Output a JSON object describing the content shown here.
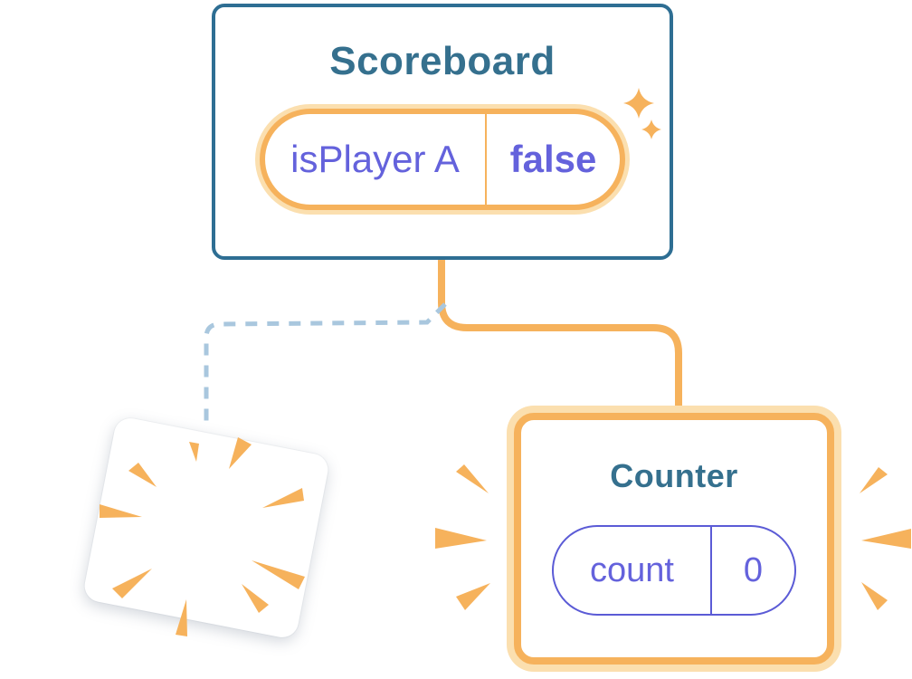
{
  "colors": {
    "card_border_blue": "#2E6E93",
    "title_blue": "#35708E",
    "accent_orange": "#F6B25C",
    "halo_orange": "#FBDFAF",
    "state_purple": "#6462DC",
    "pill_border_purple": "#5B5BD6",
    "dashed_blue": "#A9C7DE",
    "bg": "#FFFFFF"
  },
  "diagram": {
    "scoreboard": {
      "title": "Scoreboard",
      "state": {
        "key": "isPlayer A",
        "value": "false"
      }
    },
    "counter": {
      "title": "Counter",
      "state": {
        "key": "count",
        "value": "0"
      }
    },
    "icons": {
      "sparkles": "sparkle-icon",
      "poof": "poof-burst-icon",
      "emphasis_left": "burst-rays-left-icon",
      "emphasis_right": "burst-rays-right-icon"
    }
  }
}
